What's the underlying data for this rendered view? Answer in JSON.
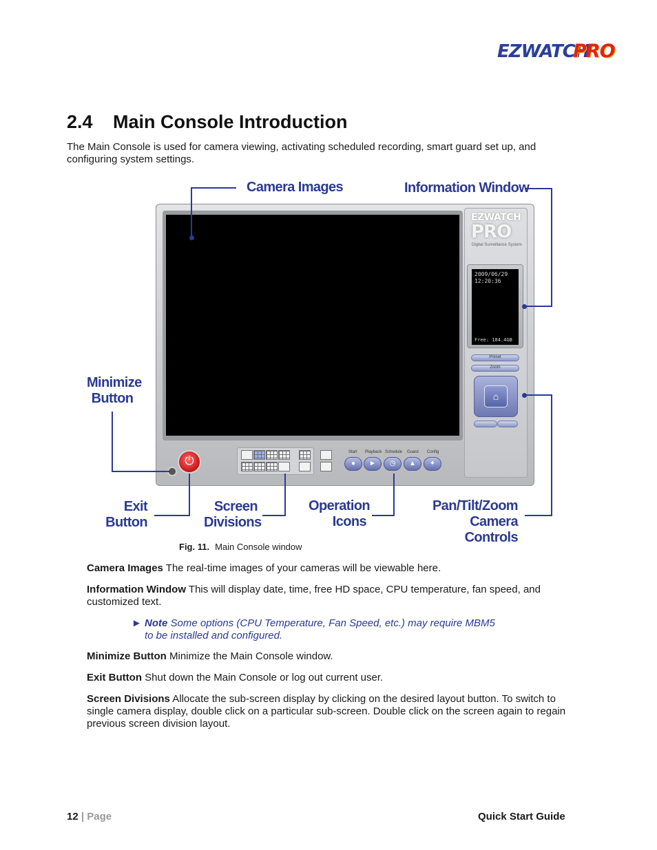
{
  "logo": {
    "left": "EZWATCH",
    "right": "PRO"
  },
  "section": {
    "number": "2.4",
    "title": "Main Console Introduction"
  },
  "intro": "The Main Console is used for camera viewing, activating scheduled recording, smart guard set up, and configuring system settings.",
  "callouts": {
    "camera_images": "Camera Images",
    "information_window": "Information Window",
    "minimize_1": "Minimize",
    "minimize_2": "Button",
    "exit_1": "Exit",
    "exit_2": "Button",
    "screen_1": "Screen",
    "screen_2": "Divisions",
    "operation_1": "Operation",
    "operation_2": "Icons",
    "ptz_1": "Pan/Tilt/Zoom",
    "ptz_2": "Camera Controls"
  },
  "console": {
    "logo_top": "EZWATCH",
    "logo_pro": "PRO",
    "logo_sub": "Digital Surveillance System",
    "info_date": "2009/06/29",
    "info_time": "12:20:36",
    "info_free": "Free: 184.4GB",
    "preset": "Preset",
    "zoom": "Zoom",
    "operations": [
      "Start",
      "Playback",
      "Schedule",
      "Guard",
      "Config"
    ]
  },
  "caption": {
    "label": "Fig. 11.",
    "text": "Main Console window"
  },
  "descriptions": [
    {
      "term": "Camera Images",
      "text": " The real-time images of your cameras will be viewable here."
    },
    {
      "term": "Information Window",
      "text": " This will display date, time, free HD space, CPU temperature, fan speed, and customized text."
    },
    {
      "term": "Minimize Button",
      "text": " Minimize the Main Console window."
    },
    {
      "term": "Exit Button",
      "text": " Shut down the Main Console or log out current user."
    },
    {
      "term": "Screen Divisions",
      "text": " Allocate the sub-screen display by clicking on the desired layout button. To switch to single camera display, double click on a particular sub-screen. Double click on the screen again to regain previous screen division layout."
    }
  ],
  "note": {
    "arrow": "►",
    "label": "Note",
    "line1": " Some options (CPU Temperature, Fan Speed, etc.) may require MBM5",
    "line2": "to be installed and configured."
  },
  "footer": {
    "page_number": "12",
    "separator": " | ",
    "page_word": "Page",
    "guide": "Quick Start Guide"
  },
  "colors": {
    "accent": "#2b3a92",
    "exit_red": "#c41414"
  }
}
